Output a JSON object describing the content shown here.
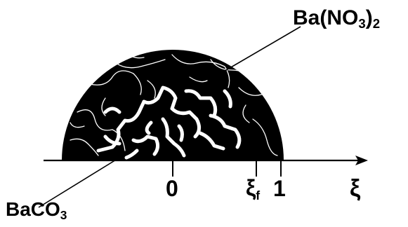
{
  "labels": {
    "product": "Ba(NO",
    "product_sub": "3",
    "product_close": ")",
    "product_sub2": "2",
    "reactant": "BaCO",
    "reactant_sub": "3"
  },
  "axis": {
    "symbol": "ξ",
    "tick_zero": "0",
    "tick_front": "ξ",
    "tick_front_sub": "f",
    "tick_one": "1"
  },
  "colors": {
    "particle": "#000000",
    "cracks": "#ffffff",
    "lines": "#000000"
  }
}
